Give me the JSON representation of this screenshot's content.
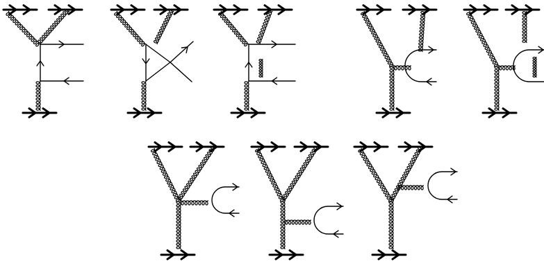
{
  "figure": {
    "background_color": "#ffffff",
    "line_color": "#000000",
    "diagram_count": 8,
    "rows": [
      {
        "row": "top",
        "diagram_count": 5
      },
      {
        "row": "bottom",
        "diagram_count": 3
      }
    ]
  }
}
